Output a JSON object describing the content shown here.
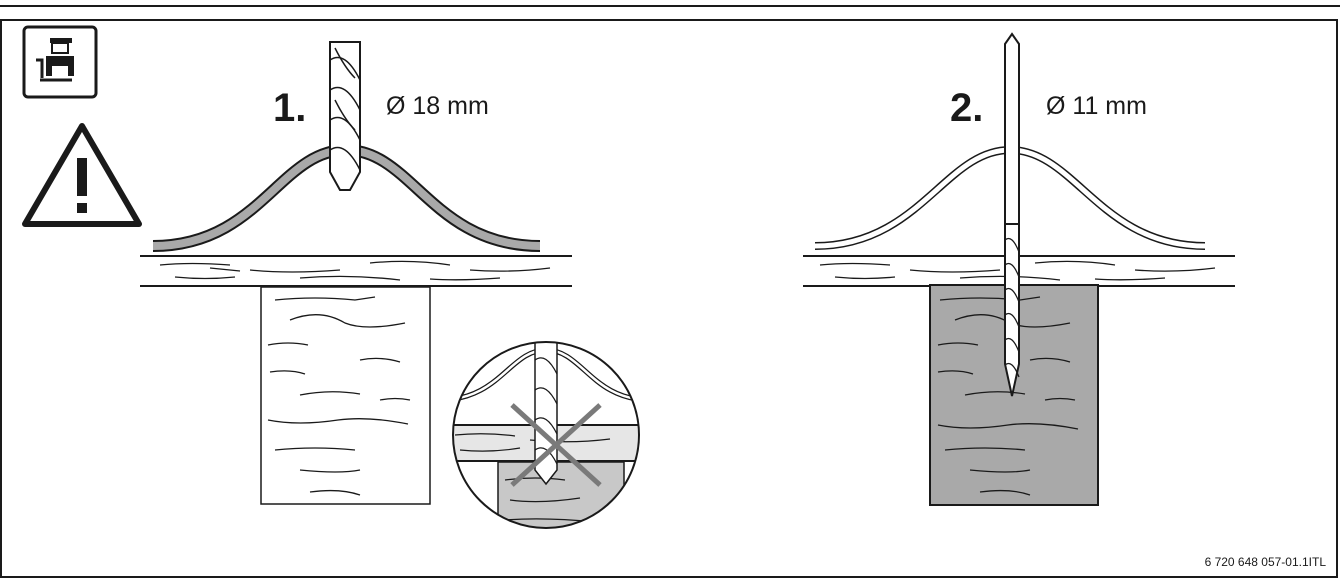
{
  "step1": {
    "number": "1.",
    "diameter": "Ø 18 mm"
  },
  "step2": {
    "number": "2.",
    "diameter": "Ø 11 mm"
  },
  "figure_code": "6 720 648 057-01.1ITL",
  "icons": [
    "installer-icon",
    "warning-icon",
    "wrong-method-cross-icon"
  ],
  "colors": {
    "line": "#1a1a1a",
    "fill_gray": "#a9a9a9",
    "light_gray": "#c8c8c8",
    "background": "#ffffff"
  }
}
